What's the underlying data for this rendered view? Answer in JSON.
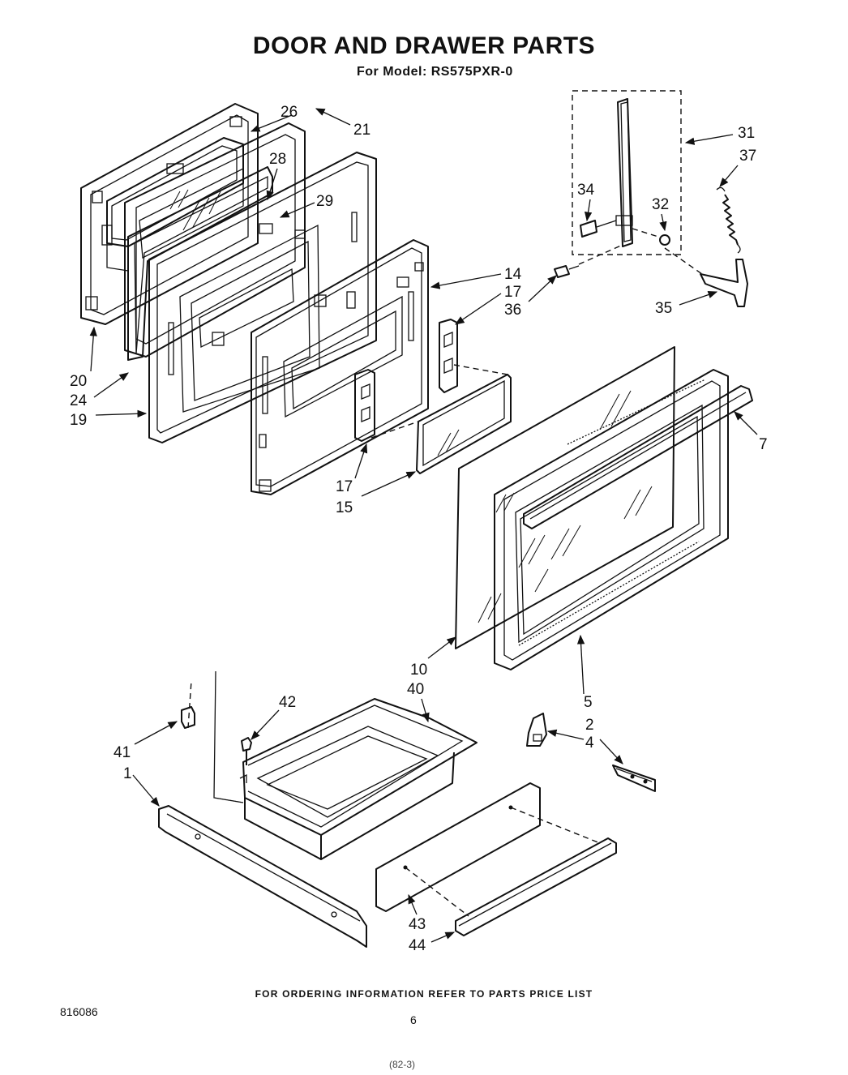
{
  "title": "DOOR AND DRAWER PARTS",
  "subtitle": "For Model: RS575PXR-0",
  "footer": "FOR ORDERING INFORMATION REFER TO PARTS PRICE LIST",
  "doc_number": "816086",
  "page_number": "6",
  "handwritten_mark": "(82-3)",
  "callouts": {
    "p1": "1",
    "p2": "2",
    "p4": "4",
    "p5": "5",
    "p7": "7",
    "p10": "10",
    "p14": "14",
    "p15": "15",
    "p17a": "17",
    "p17b": "17",
    "p19": "19",
    "p20": "20",
    "p21": "21",
    "p24": "24",
    "p26": "26",
    "p28": "28",
    "p29": "29",
    "p31": "31",
    "p32": "32",
    "p34": "34",
    "p35": "35",
    "p36": "36",
    "p37": "37",
    "p40": "40",
    "p41": "41",
    "p42": "42",
    "p43": "43",
    "p44": "44"
  }
}
